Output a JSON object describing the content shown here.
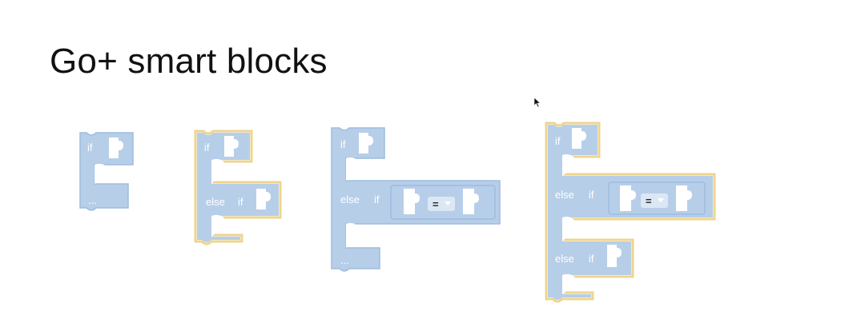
{
  "slide": {
    "title": "Go+ smart blocks"
  },
  "colors": {
    "block_fill": "#b7cee9",
    "block_stroke": "#9dbbdf",
    "selection_outline": "#eed48d",
    "slot_fill": "#ffffff",
    "text": "#ffffff"
  },
  "blocks": [
    {
      "if_label": "if",
      "ellipsis": "..."
    },
    {
      "if_label": "if",
      "else_label": "else",
      "else_if_label": "if"
    },
    {
      "if_label": "if",
      "else_label": "else",
      "else_if_label": "if",
      "operator": "=",
      "ellipsis": "..."
    },
    {
      "if_label": "if",
      "else_label": "else",
      "else_if_label": "if",
      "operator": "=",
      "else_label_2": "else",
      "else_if_label_2": "if"
    }
  ],
  "icons": {
    "cursor": "mouse-pointer-icon",
    "dropdown": "dropdown-arrow-icon"
  }
}
